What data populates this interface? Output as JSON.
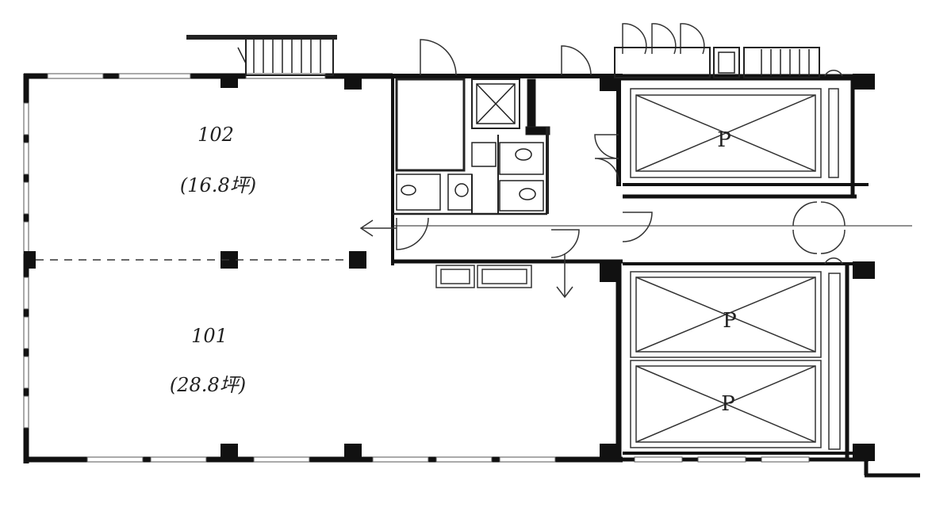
{
  "units": [
    {
      "number": "102",
      "area": "(16.8坪)"
    },
    {
      "number": "101",
      "area": "(28.8坪)"
    }
  ],
  "parking": {
    "label": "P"
  },
  "colors": {
    "wall": "#111111",
    "line": "#333333",
    "fill": "#ffffff"
  }
}
